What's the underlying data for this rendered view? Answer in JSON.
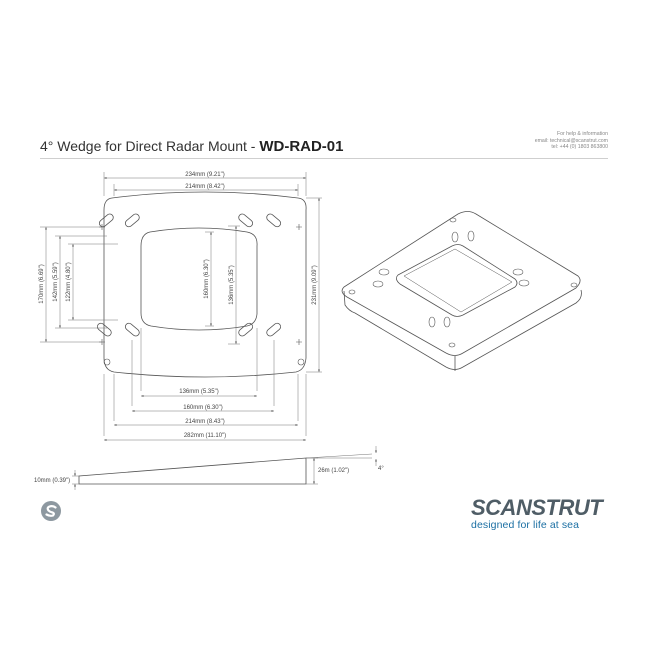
{
  "title": {
    "text": "4° Wedge for Direct Radar Mount - ",
    "code": "WD-RAD-01"
  },
  "help": {
    "line1": "For help & information",
    "line2": "email: technical@scanstrut.com",
    "line3": "tel:  +44 (0) 1803 863800"
  },
  "top_dims": {
    "w234": "234mm (9.21\")",
    "w214": "214mm (8.42\")"
  },
  "left_dims": {
    "h170": "170mm (6.69\")",
    "h142": "142mm (5.59\")",
    "h122": "122mm (4.80\")"
  },
  "inner_dims": {
    "h160": "160mm (6.30\")",
    "h136": "136mm (5.35\")"
  },
  "right_dims": {
    "h231": "231mm (9.09\")"
  },
  "bottom_dims": {
    "w136": "136mm (5.35\")",
    "w160": "160mm (6.30\")",
    "w214": "214mm (8.43\")",
    "w282": "282mm (11.10\")"
  },
  "side_dims": {
    "t10": "10mm (0.39\")",
    "t26": "26m (1.02\")",
    "angle": "4°"
  },
  "brand": {
    "logo": "SCANSTRUT",
    "tagline": "designed for life at sea"
  },
  "colors": {
    "line": "#555555",
    "dim": "#888888",
    "brand_grey": "#4f5d66",
    "brand_blue": "#1b6fa3"
  }
}
